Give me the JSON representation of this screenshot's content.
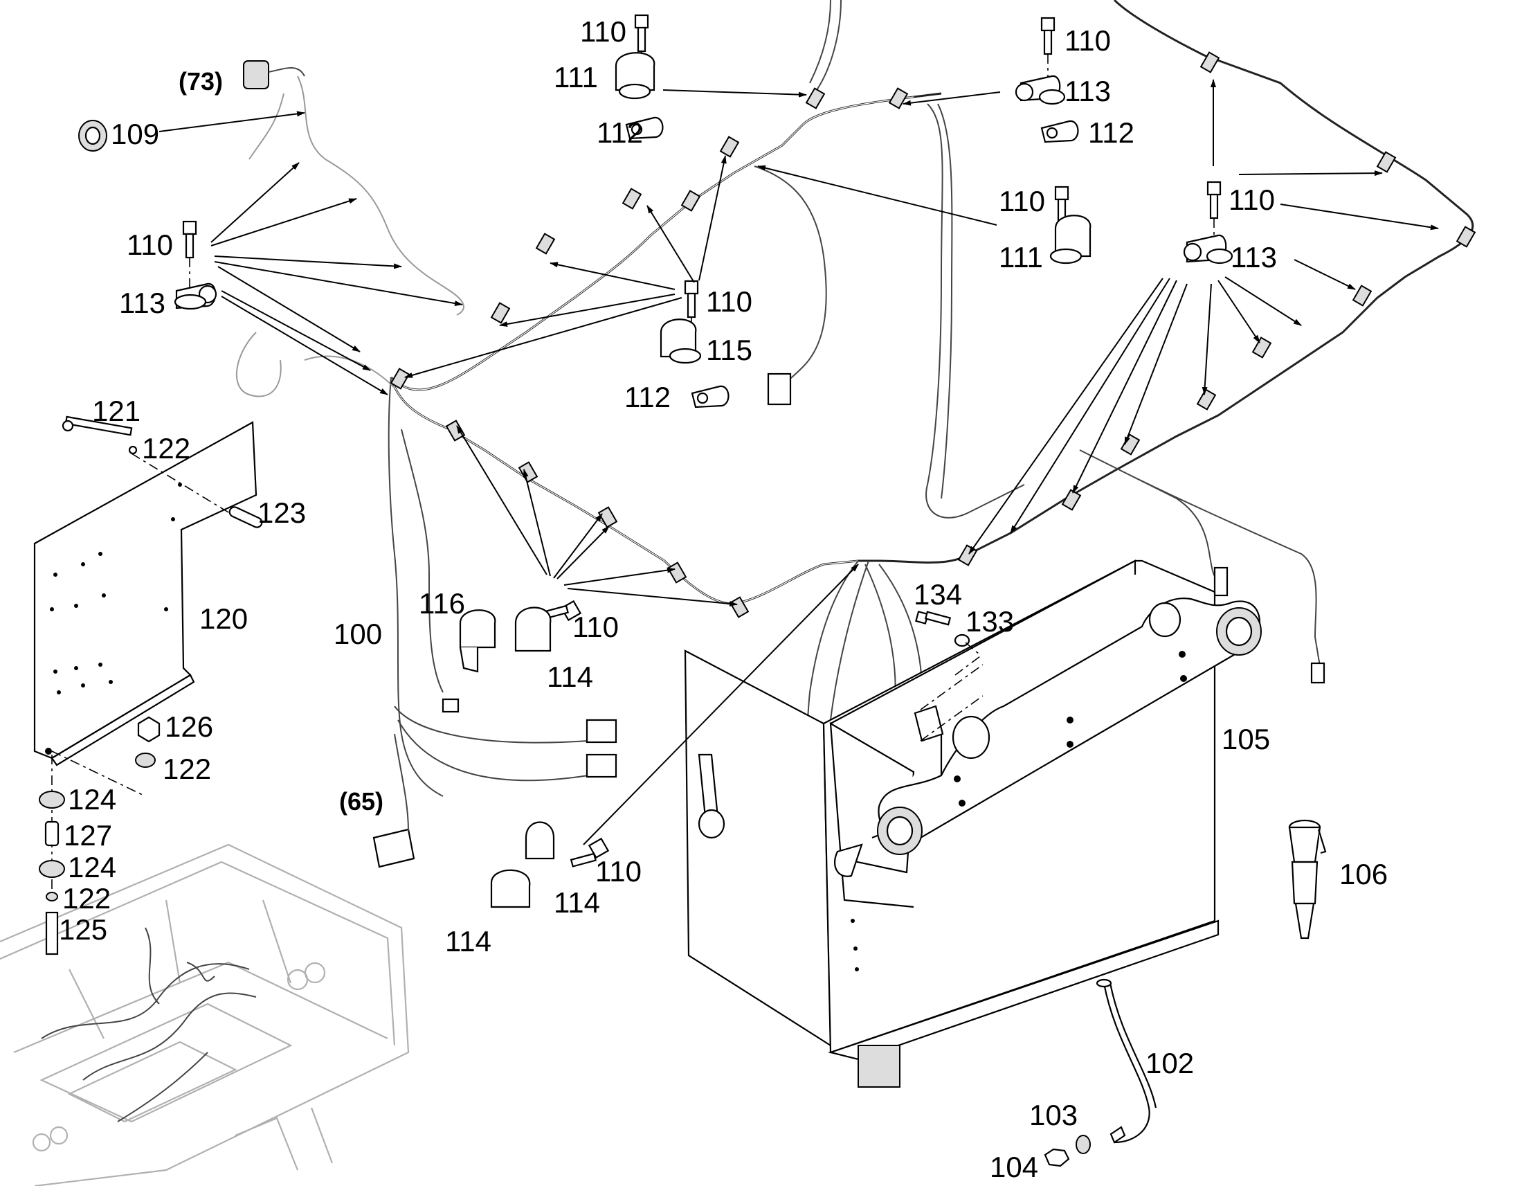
{
  "diagram": {
    "callouts": {
      "c73": "(73)",
      "c65": "(65)",
      "c109": "109",
      "c110a": "110",
      "c111a": "111",
      "c112a": "112",
      "c110b": "110",
      "c113b": "113",
      "c112b": "112",
      "c110c": "110",
      "c113c": "113",
      "c110d": "110",
      "c115": "115",
      "c112d": "112",
      "c110e": "110",
      "c111e": "111",
      "c110f": "110",
      "c113f": "113",
      "c121": "121",
      "c122a": "122",
      "c123": "123",
      "c120": "120",
      "c126": "126",
      "c122b": "122",
      "c124a": "124",
      "c127": "127",
      "c124b": "124",
      "c122c": "122",
      "c125": "125",
      "c100": "100",
      "c116": "116",
      "c110g": "110",
      "c114g": "114",
      "c134": "134",
      "c133": "133",
      "c105": "105",
      "c114h": "114",
      "c110h": "110",
      "c114i": "114",
      "c106": "106",
      "c102": "102",
      "c103": "103",
      "c104": "104"
    }
  }
}
